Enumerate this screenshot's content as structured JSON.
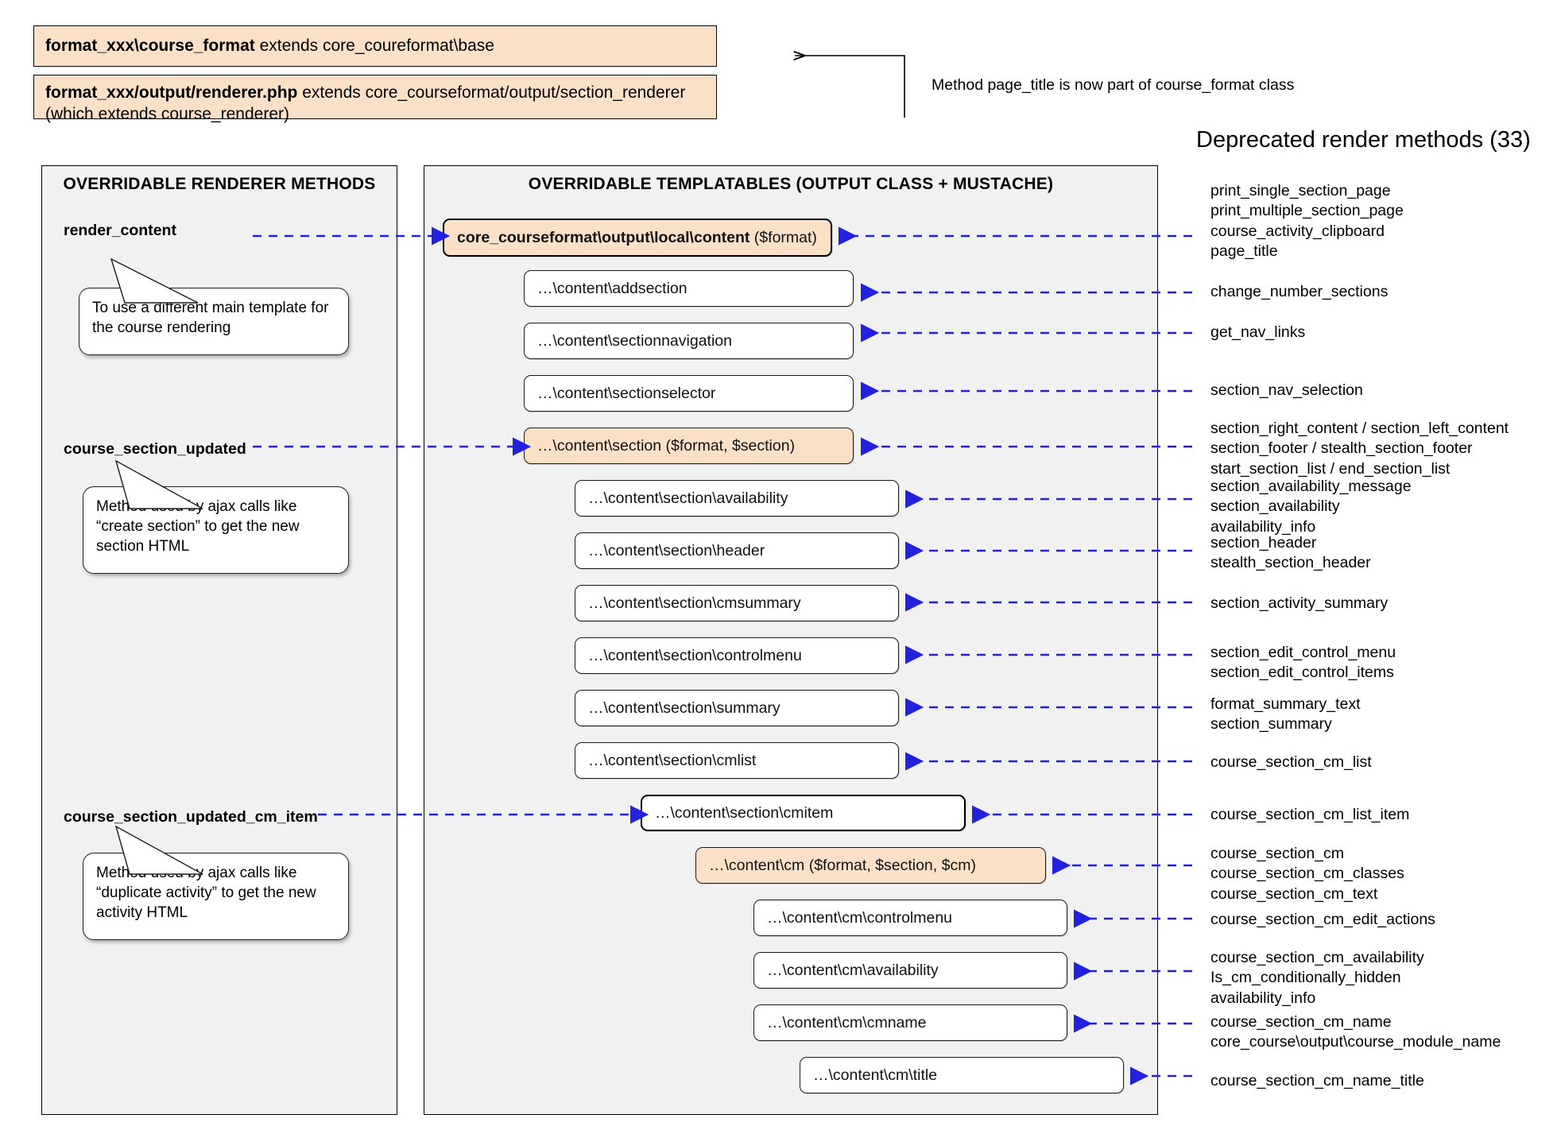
{
  "header": {
    "bar1_bold": "format_xxx\\course_format",
    "bar1_rest": " extends core_coureformat\\base",
    "bar2_bold": "format_xxx/output/renderer.php",
    "bar2_rest": " extends core_courseformat/output/section_renderer (which extends course_renderer)",
    "note": "Method page_title is now part of course_format class",
    "deprecated_title": "Deprecated render methods (33)"
  },
  "left_panel": {
    "title": "OVERRIDABLE RENDERER METHODS",
    "methods": [
      {
        "label": "render_content"
      },
      {
        "label": "course_section_updated"
      },
      {
        "label": "course_section_updated_cm_item"
      }
    ],
    "callouts": [
      "To use a different main template for the course rendering",
      "Method used by ajax calls like “create section” to get the new section HTML",
      "Method used by ajax calls like “duplicate activity” to get the new activity HTML"
    ]
  },
  "center_panel": {
    "title": "OVERRIDABLE TEMPLATABLES (OUTPUT CLASS + MUSTACHE)",
    "boxes": [
      {
        "bold": "core_courseformat\\output\\local\\content",
        "rest": " ($format)"
      },
      {
        "bold": "",
        "rest": "…\\content\\addsection"
      },
      {
        "bold": "",
        "rest": "…\\content\\sectionnavigation"
      },
      {
        "bold": "",
        "rest": "…\\content\\sectionselector"
      },
      {
        "bold": "",
        "rest": "…\\content\\section ($format, $section)"
      },
      {
        "bold": "",
        "rest": "…\\content\\section\\availability"
      },
      {
        "bold": "",
        "rest": "…\\content\\section\\header"
      },
      {
        "bold": "",
        "rest": "…\\content\\section\\cmsummary"
      },
      {
        "bold": "",
        "rest": "…\\content\\section\\controlmenu"
      },
      {
        "bold": "",
        "rest": "…\\content\\section\\summary"
      },
      {
        "bold": "",
        "rest": "…\\content\\section\\cmlist"
      },
      {
        "bold": "",
        "rest": "…\\content\\section\\cmitem"
      },
      {
        "bold": "",
        "rest": "…\\content\\cm ($format, $section, $cm)"
      },
      {
        "bold": "",
        "rest": "…\\content\\cm\\controlmenu"
      },
      {
        "bold": "",
        "rest": "…\\content\\cm\\availability"
      },
      {
        "bold": "",
        "rest": "…\\content\\cm\\cmname"
      },
      {
        "bold": "",
        "rest": "…\\content\\cm\\title"
      }
    ]
  },
  "deprecated_groups": [
    {
      "lines": [
        "print_single_section_page",
        "print_multiple_section_page",
        "course_activity_clipboard",
        "page_title"
      ]
    },
    {
      "lines": [
        "change_number_sections"
      ]
    },
    {
      "lines": [
        "get_nav_links"
      ]
    },
    {
      "lines": [
        "section_nav_selection"
      ]
    },
    {
      "lines": [
        "section_right_content / section_left_content",
        "section_footer / stealth_section_footer",
        "start_section_list / end_section_list"
      ]
    },
    {
      "lines": [
        "section_availability_message",
        "section_availability",
        "availability_info"
      ]
    },
    {
      "lines": [
        "section_header",
        "stealth_section_header"
      ]
    },
    {
      "lines": [
        "section_activity_summary"
      ]
    },
    {
      "lines": [
        "section_edit_control_menu",
        "section_edit_control_items"
      ]
    },
    {
      "lines": [
        "format_summary_text",
        "section_summary"
      ]
    },
    {
      "lines": [
        "course_section_cm_list"
      ]
    },
    {
      "lines": [
        "course_section_cm_list_item"
      ]
    },
    {
      "lines": [
        "course_section_cm",
        "course_section_cm_classes",
        "course_section_cm_text"
      ]
    },
    {
      "lines": [
        "course_section_cm_edit_actions"
      ]
    },
    {
      "lines": [
        "course_section_cm_availability",
        "Is_cm_conditionally_hidden",
        "availability_info"
      ]
    },
    {
      "lines": [
        "course_section_cm_name",
        "core_course\\output\\course_module_name"
      ]
    },
    {
      "lines": [
        "course_section_cm_name_title"
      ]
    }
  ],
  "colors": {
    "peach": "#fbe0c8",
    "panel": "#f1f1f1",
    "arrow_blue": "#2222dd",
    "border": "#000000"
  }
}
